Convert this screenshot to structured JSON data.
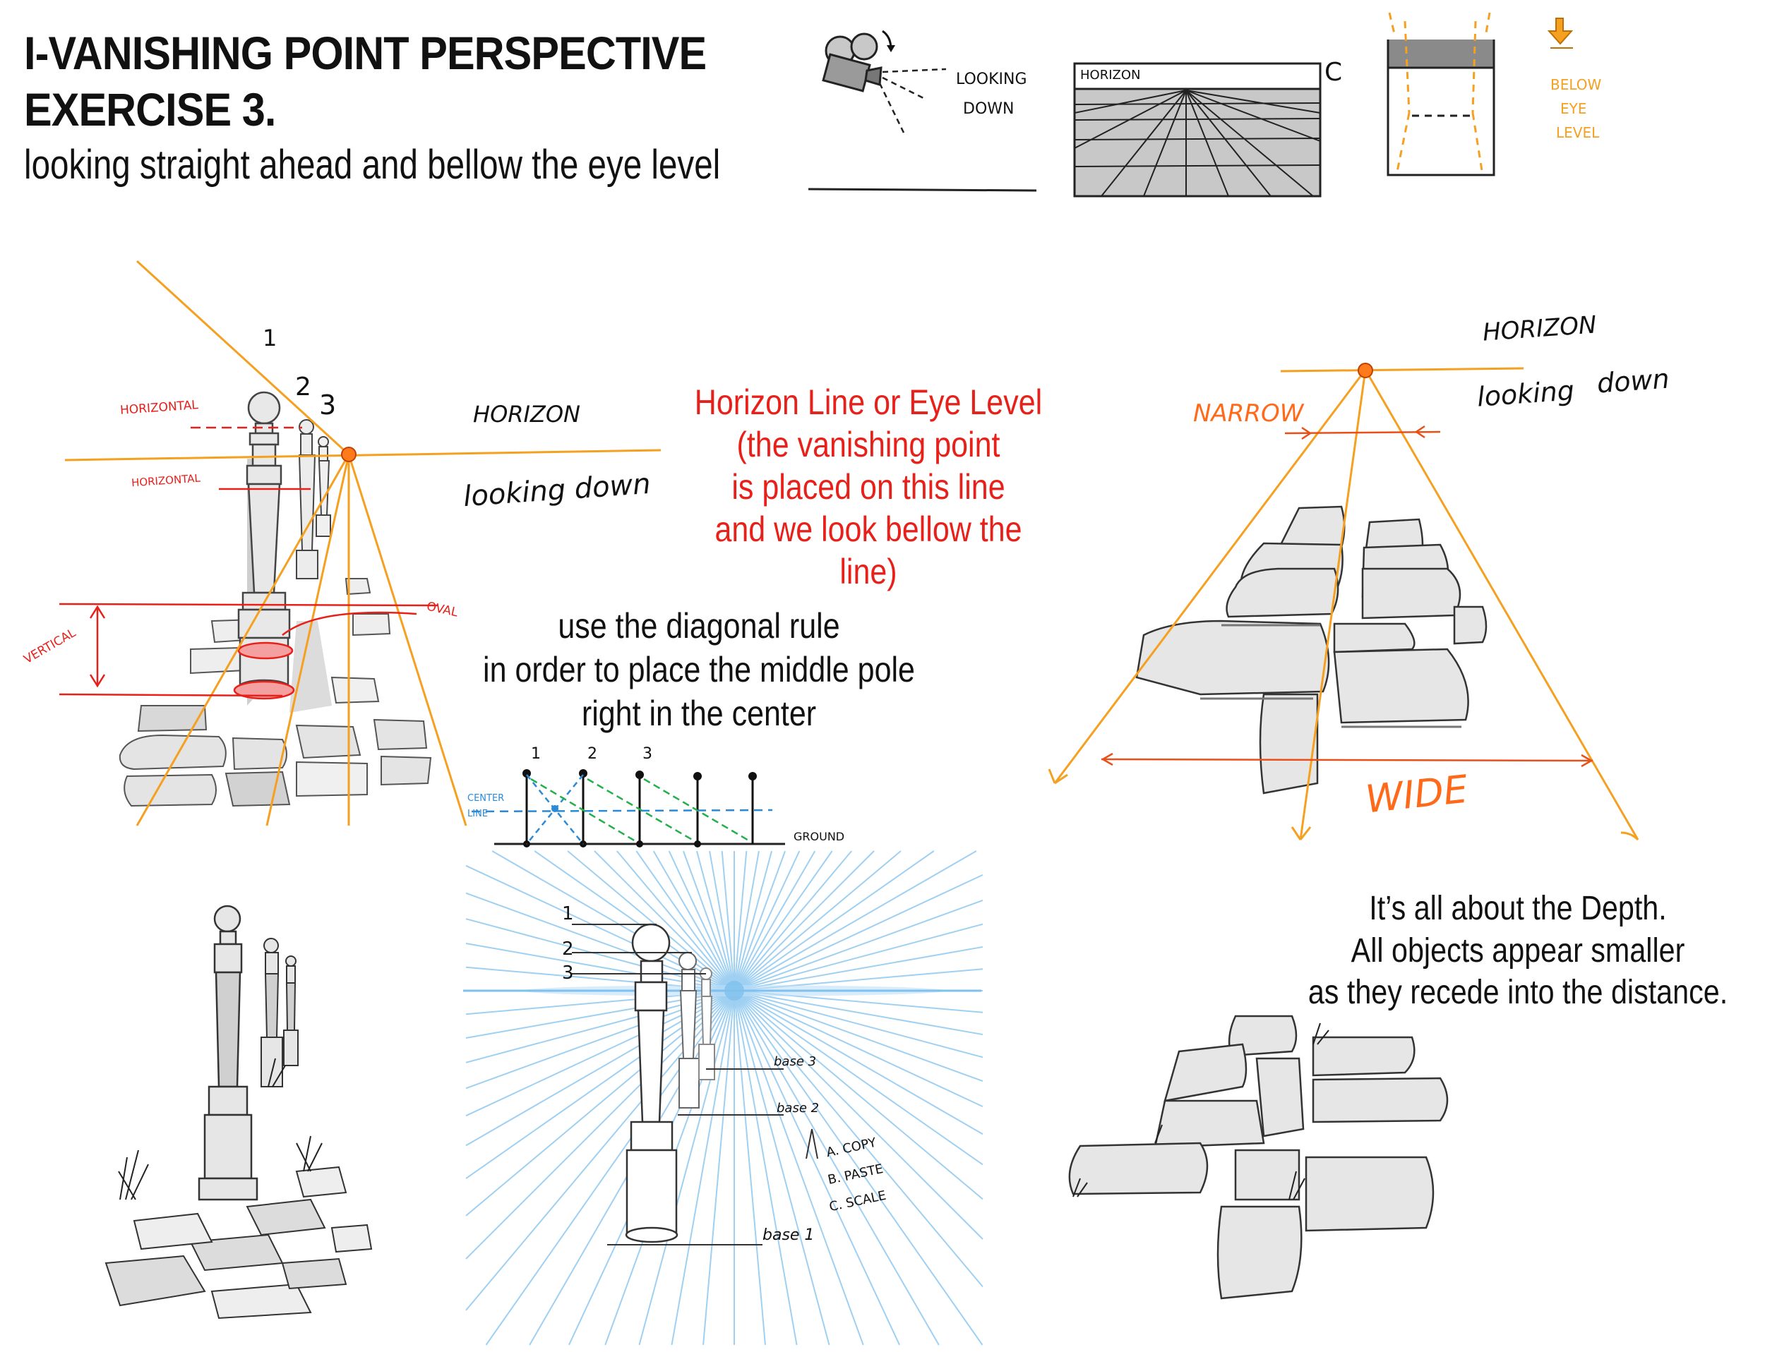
{
  "title": {
    "line1": "I-VANISHING POINT PERSPECTIVE",
    "line2": "EXERCISE 3.",
    "subtitle": "looking straight ahead and bellow the eye level"
  },
  "top_diagrams": {
    "camera_label": [
      "LOOKING",
      "DOWN"
    ],
    "horizon_box_label": "HORIZON",
    "letter_c": "C",
    "below_eye_label": [
      "BELOW",
      "EYE",
      "LEVEL"
    ]
  },
  "poles_sketch": {
    "numbers": [
      "1",
      "2",
      "3"
    ],
    "horizontal_labels": [
      "HORIZONTAL",
      "HORIZONTAL"
    ],
    "vertical_label": "VERTICAL",
    "oval_label": "OVAL",
    "horizon_label": "HORIZON",
    "looking_down": "looking down"
  },
  "red_note": [
    "Horizon Line or Eye Level",
    "(the vanishing point",
    "is placed on this line",
    "and we look bellow the line)"
  ],
  "diagonal_note": [
    "use the diagonal rule",
    "in order to place the middle pole",
    "right in the center"
  ],
  "diagonal_diagram": {
    "pole_numbers": [
      "1",
      "2",
      "3"
    ],
    "center_line_label": [
      "CENTER",
      "LINE"
    ],
    "ground_label": "GROUND"
  },
  "tiles_sketch": {
    "horizon_label": "HORIZON",
    "looking_down": [
      "looking",
      "down"
    ],
    "narrow_label": "NARROW",
    "wide_label": "WIDE"
  },
  "blue_sketch": {
    "level_numbers": [
      "1",
      "2",
      "3"
    ],
    "base_labels": [
      "base 3",
      "base 2",
      "base 1"
    ],
    "steps": [
      "A. COPY",
      "B. PASTE",
      "C. SCALE"
    ]
  },
  "depth_note": [
    "It’s all about the Depth.",
    "All objects appear smaller",
    "as they recede into the distance."
  ],
  "colors": {
    "orange": "#f5a020",
    "vp": "#ff7a1a",
    "red": "#e8201a",
    "blue": "#2a8ad8",
    "light_blue": "#9fd0f2",
    "green": "#22b04a",
    "gray_fill": "#d0d0d0"
  }
}
